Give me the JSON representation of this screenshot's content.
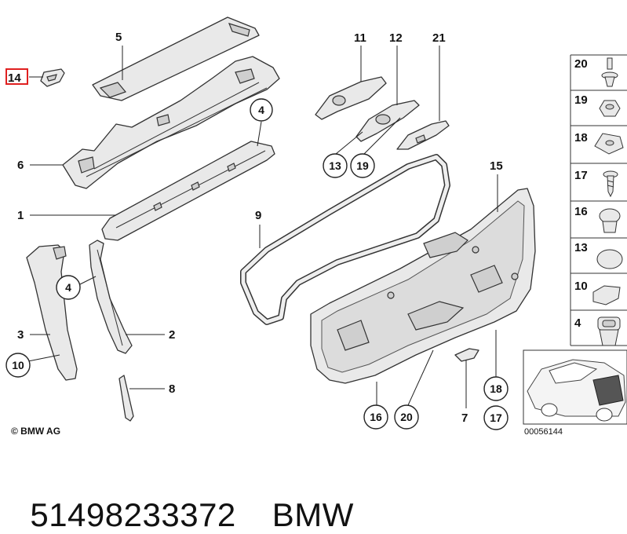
{
  "diagram": {
    "copyright": "© BMW AG",
    "diagram_number": "00056144",
    "callouts": {
      "c14": "14",
      "c5": "5",
      "c6": "6",
      "c1": "1",
      "c3": "3",
      "c2": "2",
      "c8": "8",
      "c9": "9",
      "c11": "11",
      "c12": "12",
      "c21": "21",
      "c15": "15",
      "c7": "7"
    },
    "circled_callouts": {
      "r4a": "4",
      "r4b": "4",
      "r10": "10",
      "r13": "13",
      "r19": "19",
      "r16": "16",
      "r20": "20",
      "r18": "18",
      "r17": "17"
    },
    "sidebar_items": [
      "20",
      "19",
      "18",
      "17",
      "16",
      "13",
      "10",
      "4"
    ]
  },
  "footer": {
    "part_number": "51498233372",
    "brand": "BMW"
  }
}
